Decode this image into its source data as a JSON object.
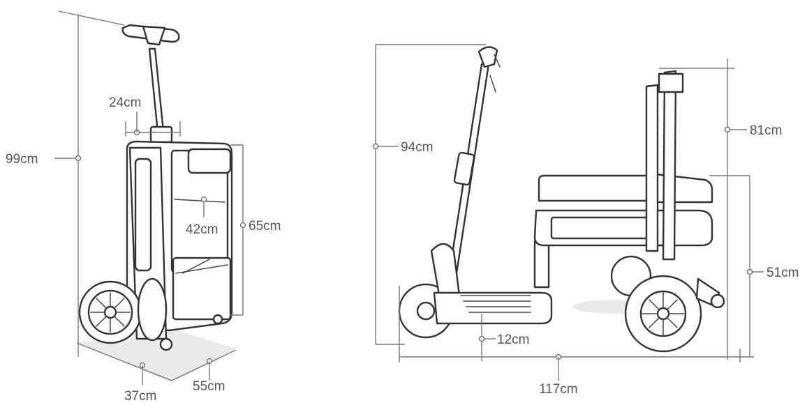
{
  "folded_view": {
    "height_label": "99cm",
    "handle_width_label": "24cm",
    "body_height_label": "65cm",
    "body_width_label": "42cm",
    "depth_label": "37cm",
    "length_label": "55cm"
  },
  "unfolded_view": {
    "total_height_label": "94cm",
    "seat_back_height_label": "81cm",
    "seat_height_label": "51cm",
    "deck_clearance_label": "12cm",
    "total_length_label": "117cm"
  },
  "colors": {
    "line": "#333333",
    "dimension": "#777777",
    "text": "#555555"
  }
}
